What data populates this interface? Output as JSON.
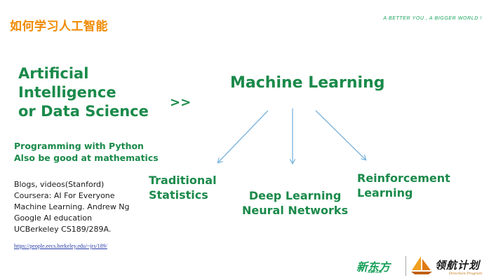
{
  "header": {
    "title": "如何学习人工智能",
    "slogan": "A BETTER YOU , A BIGGER WORLD !"
  },
  "left": {
    "heading_lines": [
      "Artificial",
      "Intelligence",
      "or Data Science"
    ],
    "skills": [
      "Programming with Python",
      "Also be good at mathematics"
    ],
    "resources": [
      "Blogs, videos(Stanford)",
      "Coursera: AI For Everyone",
      "Machine Learning. Andrew Ng",
      "Google AI education",
      "UCBerkeley CS189/289A."
    ],
    "link": "https://people.eecs.berkeley.edu/~jrs/189/"
  },
  "connector": ">>",
  "machine_learning": {
    "title": "Machine Learning",
    "branches": {
      "traditional": [
        "Traditional",
        "Statistics"
      ],
      "deep": [
        "Deep Learning",
        "Neural Networks"
      ],
      "reinforcement": [
        "Reinforcement",
        "Learning"
      ]
    }
  },
  "footer": {
    "xdf_logo": "新东方",
    "xdf_sub": "XDF.CN",
    "program_logo": "领航计划",
    "program_sub": "Direction Program"
  },
  "colors": {
    "title_orange": "#f08a00",
    "heading_green": "#1a8a4a",
    "arrow_blue": "#7ab3dc",
    "link_blue": "#2a3faa"
  }
}
